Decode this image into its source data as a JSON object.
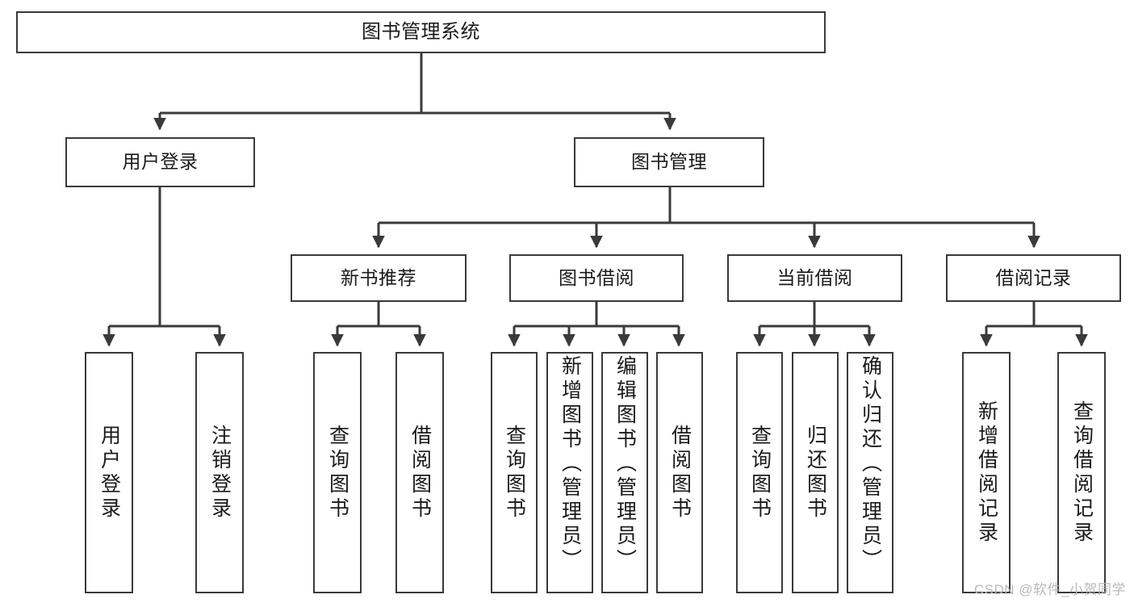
{
  "diagram": {
    "title": "图书管理系统",
    "type": "tree",
    "orientation": "top-down",
    "line_color": "#3a3a3a",
    "box_fill": "#ffffff",
    "text_color": "#1a1a1a"
  },
  "nodes": {
    "root": {
      "label": "图书管理系统"
    },
    "level2": [
      {
        "label": "用户登录"
      },
      {
        "label": "图书管理"
      }
    ],
    "level3": [
      {
        "label": "新书推荐"
      },
      {
        "label": "图书借阅"
      },
      {
        "label": "当前借阅"
      },
      {
        "label": "借阅记录"
      }
    ],
    "leaves": {
      "user_login": [
        {
          "label": "用户登录"
        },
        {
          "label": "注销登录"
        }
      ],
      "new_book_recommend": [
        {
          "label": "查询图书"
        },
        {
          "label": "借阅图书"
        }
      ],
      "book_borrow": [
        {
          "label": "查询图书"
        },
        {
          "label": "新增图书（管理员）"
        },
        {
          "label": "编辑图书（管理员）"
        },
        {
          "label": "借阅图书"
        }
      ],
      "current_borrow": [
        {
          "label": "查询图书"
        },
        {
          "label": "归还图书"
        },
        {
          "label": "确认归还（管理员）"
        }
      ],
      "borrow_record": [
        {
          "label": "新增借阅记录"
        },
        {
          "label": "查询借阅记录"
        }
      ]
    }
  },
  "watermark": {
    "text": "CSDN @软件_小贺同学"
  }
}
